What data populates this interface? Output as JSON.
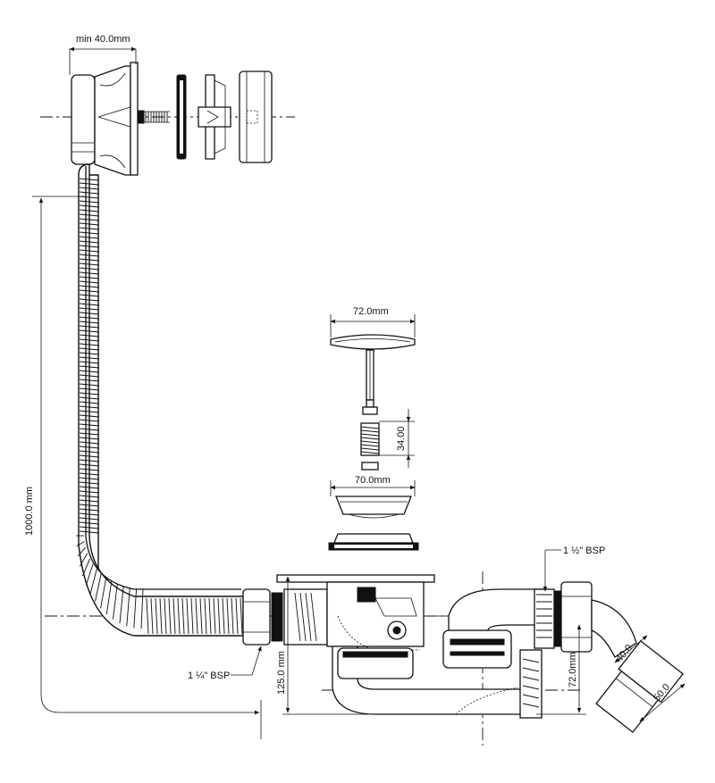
{
  "labels": {
    "min_overflow": "min 40.0mm",
    "plug_diameter": "72.0mm",
    "spring_height": "34.00",
    "basket_diameter": "70.0mm",
    "outlet_thread": "1 ½\" BSP",
    "overflow_thread": "1 ¼\" BSP",
    "hose_length": "1000.0 mm",
    "trap_height": "125.0 mm",
    "outlet_height": "72.0mm",
    "elbow_inner": "40.0",
    "elbow_outer": "50.0"
  }
}
